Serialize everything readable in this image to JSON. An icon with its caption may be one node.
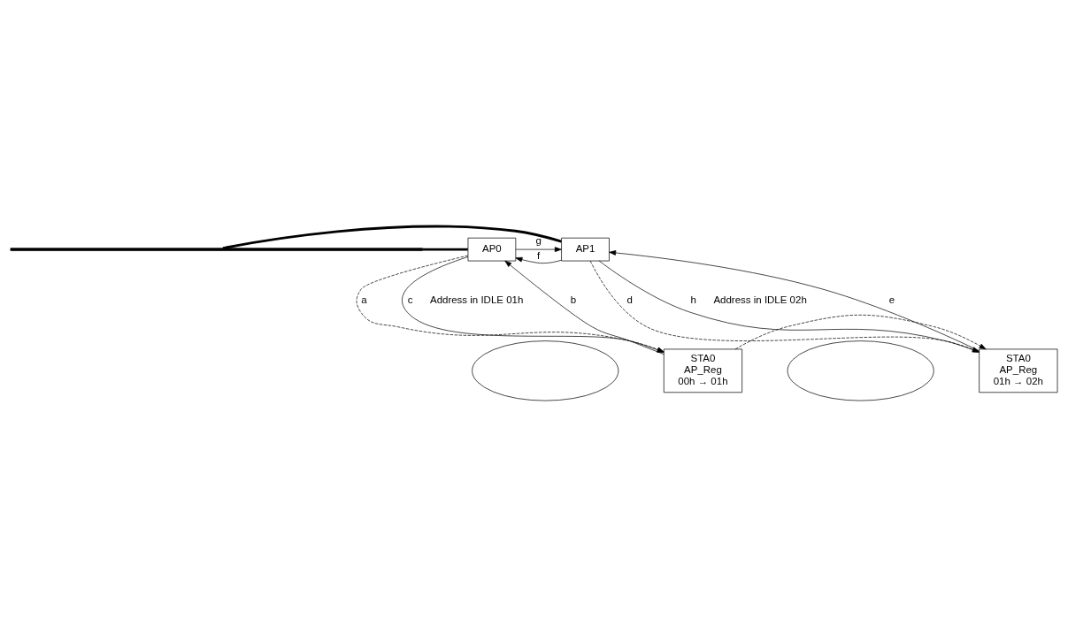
{
  "diagram": {
    "nodes": [
      {
        "text": [],
        "shape": "bar"
      },
      {
        "text": [
          "AP0"
        ]
      },
      {
        "text": [
          "AP1"
        ]
      },
      {
        "text": [],
        "shape": "ellipse"
      },
      {
        "text": [
          "STA0",
          "AP_Reg",
          "00h → 01h"
        ]
      },
      {
        "text": [],
        "shape": "ellipse"
      },
      {
        "text": [
          "STA0",
          "AP_Reg",
          "01h → 02h"
        ]
      }
    ],
    "edges": [
      {
        "from": 1,
        "to": 0,
        "arrow": "none",
        "style": "thick"
      },
      {
        "from": 2,
        "to": 0,
        "arrow": "none",
        "style": "thick"
      },
      {
        "from": 1,
        "to": 2,
        "arrow": "to",
        "label": "g"
      },
      {
        "from": 2,
        "to": 1,
        "arrow": "to",
        "label": "f"
      },
      {
        "from": 1,
        "to": 4,
        "arrow": "to",
        "label": "a",
        "style": "dashed"
      },
      {
        "from": 4,
        "to": 1,
        "arrow": "to",
        "label": "b"
      },
      {
        "from": 1,
        "to": 4,
        "arrow": "to",
        "label": "c"
      },
      {
        "from": 2,
        "to": 6,
        "arrow": "to",
        "label": "d",
        "style": "dashed"
      },
      {
        "from": 6,
        "to": 2,
        "arrow": "to",
        "label": "e"
      },
      {
        "from": 2,
        "to": 6,
        "arrow": "to",
        "label": "h"
      },
      {
        "from": 4,
        "to": 6,
        "arrow": "to",
        "style": "dashed"
      }
    ],
    "labels": [
      "Address in IDLE 01h",
      "Address in IDLE 02h"
    ]
  }
}
